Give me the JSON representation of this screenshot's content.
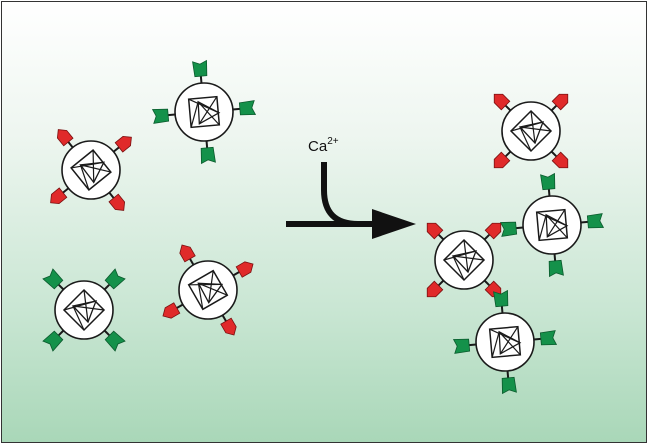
{
  "reagent": {
    "symbol": "Ca",
    "charge": "2+"
  },
  "colors": {
    "red_tag": "#e02a2a",
    "green_tag": "#14914a",
    "outline": "#1a1a1a",
    "particle_fill": "#ffffff",
    "background_top": "#ffffff",
    "background_bottom": "#a9d7b8"
  },
  "particles": {
    "before": [
      {
        "id": "red-1",
        "tag_color": "red_tag"
      },
      {
        "id": "green-1",
        "tag_color": "green_tag"
      },
      {
        "id": "green-2",
        "tag_color": "green_tag"
      },
      {
        "id": "red-2",
        "tag_color": "red_tag"
      }
    ],
    "after": [
      {
        "id": "red-top",
        "tag_color": "red_tag"
      },
      {
        "id": "green-right",
        "tag_color": "green_tag"
      },
      {
        "id": "red-mid",
        "tag_color": "red_tag"
      },
      {
        "id": "green-bottom",
        "tag_color": "green_tag"
      }
    ]
  }
}
